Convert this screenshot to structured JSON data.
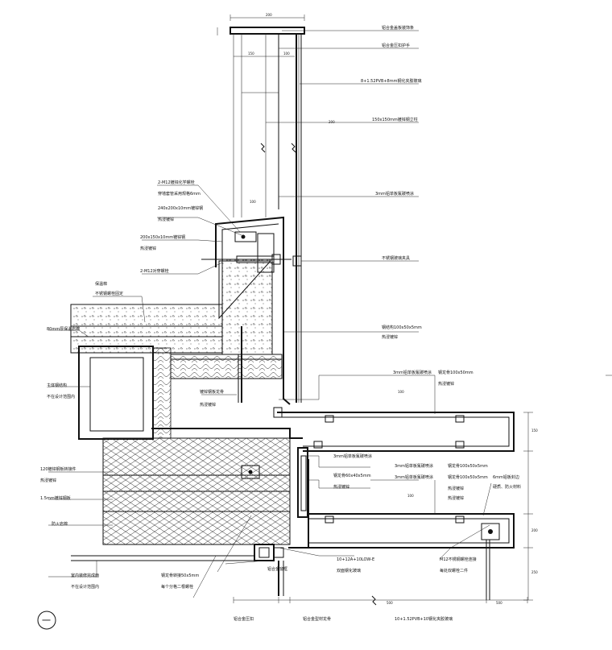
{
  "title_mark": "一",
  "annotations": [
    "铝合金盖板装饰条",
    "铝合金压扣护手",
    "8+1.52PVB+8mm钢化夹胶玻璃",
    "150x150mm镀锌钢立柱",
    "2-M12镀锌化学螺栓",
    "穿墙套管采用规格6mm",
    "240x200x10mm镀锌钢",
    "热浸镀锌",
    "200x150x10mm镀锌钢",
    "热浸镀锌",
    "2-M12对穿螺栓",
    "3mm铝单板氟碳喷涂",
    "不锈钢玻璃夹具",
    "钢结构100x50x5mm",
    "热浸镀锌",
    "保温棉",
    "不锈钢螺栓固定",
    "80mm厚保温岩棉",
    "主体钢结构",
    "不在设计范围内",
    "镀锌钢板龙骨",
    "热浸镀锌",
    "3mm铝单板氟碳喷涂",
    "钢龙骨100x50mm",
    "热浸镀锌",
    "3mm铝单板氟碳喷涂",
    "钢龙骨60x40x5mm",
    "热浸镀锌",
    "3mm铝单板氟碳喷涂",
    "120镀锌钢板转接件",
    "热浸镀锌",
    "1.5mm镀锌钢板",
    "防火岩棉",
    "钢龙骨100x50x5mm",
    "热浸镀锌",
    "3mm铝单板氟碳喷涂",
    "钢龙骨100x50x5mm",
    "热浸镀锌",
    "6mm铝板封边",
    "硬质、防火材料",
    "M12不锈钢螺栓连接",
    "每处双螺栓二件",
    "10+12A+10LOW-E",
    "双面钢化玻璃",
    "铝合金窗框",
    "钢龙骨转接50x5mm",
    "每个分格二根螺栓",
    "室内装修完成面",
    "不在设计范围内",
    "铝合金压扣",
    "铝合金型材龙骨",
    "10+1.52PVB+10钢化夹胶玻璃"
  ],
  "dimensions": [
    "200",
    "150",
    "100",
    "200",
    "100",
    "100",
    "100",
    "500",
    "500",
    "150",
    "200",
    "250"
  ]
}
